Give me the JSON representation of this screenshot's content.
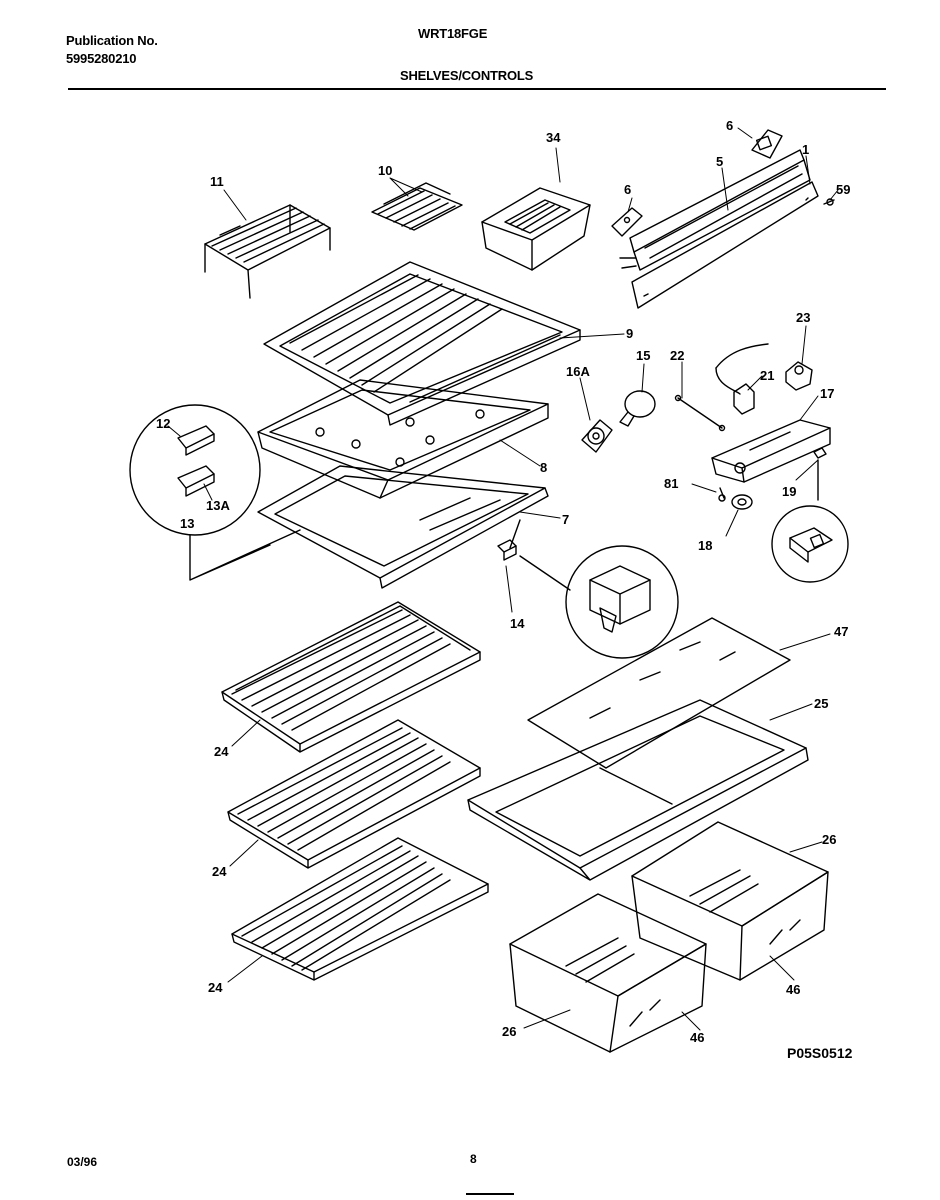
{
  "header": {
    "publication_label": "Publication No.",
    "publication_number": "5995280210",
    "model": "WRT18FGE",
    "section_title": "SHELVES/CONTROLS"
  },
  "callouts": {
    "c11": "11",
    "c10": "10",
    "c34": "34",
    "c6a": "6",
    "c6b": "6",
    "c5": "5",
    "c1": "1",
    "c59": "59",
    "c9": "9",
    "c16a": "16A",
    "c15": "15",
    "c22": "22",
    "c21": "21",
    "c23": "23",
    "c17": "17",
    "c12": "12",
    "c13a": "13A",
    "c13": "13",
    "c8": "8",
    "c7": "7",
    "c81": "81",
    "c19": "19",
    "c18": "18",
    "c14": "14",
    "c47": "47",
    "c25": "25",
    "c24a": "24",
    "c24b": "24",
    "c24c": "24",
    "c26a": "26",
    "c26b": "26",
    "c46a": "46",
    "c46b": "46"
  },
  "footer": {
    "diagram_ref": "P05S0512",
    "date": "03/96",
    "page_number": "8"
  }
}
